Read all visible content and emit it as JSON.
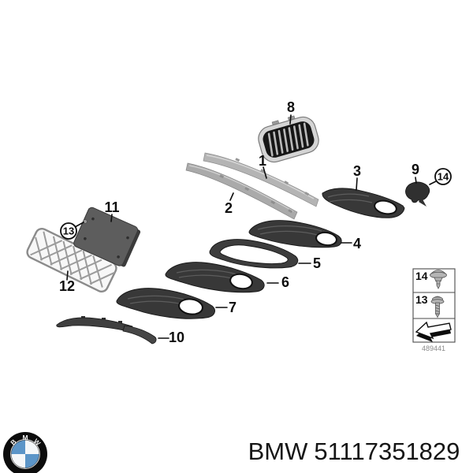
{
  "colors": {
    "background": "#ffffff",
    "part_dark": "#383838",
    "trim_silver": "#b4b4b4",
    "plate_gray": "#5d5d5d",
    "bmw_blue": "#5c95c8",
    "line_black": "#0d0d0d",
    "code_gray": "#8a8a8a"
  },
  "callouts": {
    "p1": "1",
    "p2": "2",
    "p3": "3",
    "p4": "4",
    "p5": "5",
    "p6": "6",
    "p7": "7",
    "p8": "8",
    "p9": "9",
    "p10": "10",
    "p11": "11",
    "p12": "12",
    "p13_circled": "13",
    "p14_circled": "14"
  },
  "legend": {
    "row_14": "14",
    "row_13": "13",
    "figure_code": "489441",
    "icons": [
      "push-rivet-icon",
      "screw-icon",
      "direction-arrow-icon"
    ]
  },
  "footer": {
    "brand": "BMW",
    "part_number": "51117351829"
  },
  "logo": {
    "letters": [
      "B",
      "M",
      "W"
    ]
  }
}
